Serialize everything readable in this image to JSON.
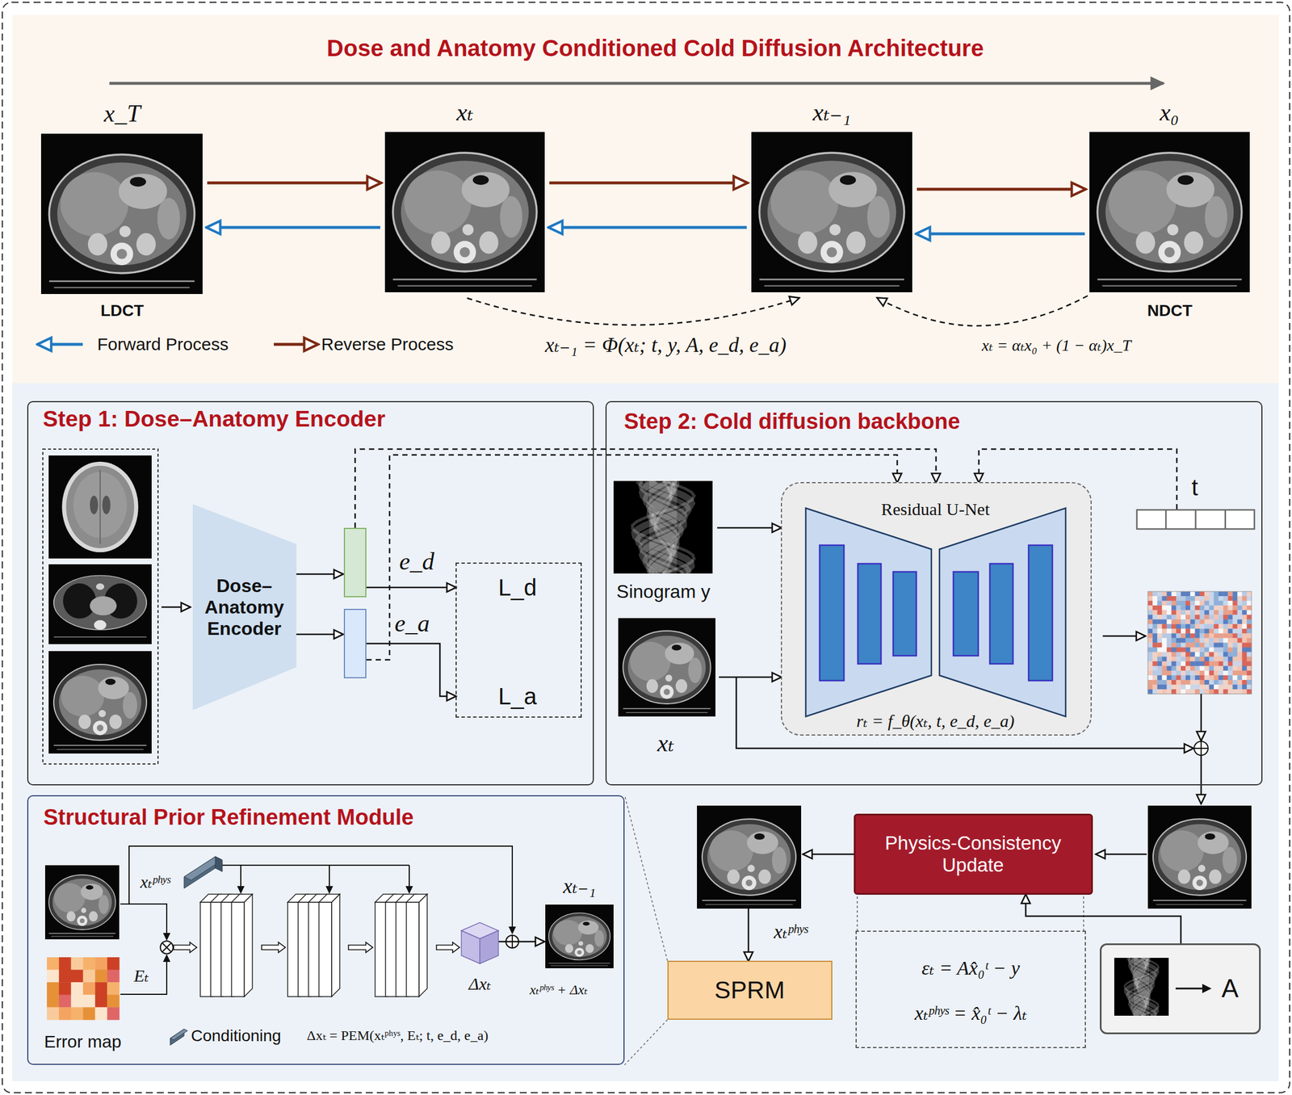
{
  "diagram": {
    "title": "Dose and Anatomy Conditioned Cold Diffusion Architecture",
    "nodes": [
      {
        "text": [
          "x_T",
          "LDCT"
        ]
      },
      {
        "text": [
          "xₜ"
        ]
      },
      {
        "text": [
          "xₜ₋₁"
        ]
      },
      {
        "text": [
          "x₀",
          "NDCT"
        ]
      },
      {
        "text": [
          "Step 1: Dose–Anatomy Encoder"
        ]
      },
      {
        "text": [
          "Dose–Anatomy Encoder"
        ],
        "in": 4
      },
      {
        "text": [
          "e_d"
        ],
        "in": 4
      },
      {
        "text": [
          "e_a"
        ],
        "in": 4
      },
      {
        "text": [
          "L_d",
          "L_a"
        ],
        "in": 4
      },
      {
        "text": [
          "Step 2: Cold diffusion backbone"
        ]
      },
      {
        "text": [
          "Sinogram y"
        ],
        "in": 9
      },
      {
        "text": [
          "xₜ"
        ],
        "in": 9
      },
      {
        "text": [
          "Residual U-Net",
          "rₜ = f_θ(xₜ, t, e_d, e_a)"
        ],
        "in": 9
      },
      {
        "text": [
          "t"
        ],
        "in": 9
      },
      {
        "text": [
          "Structural Prior Refinement Module"
        ]
      },
      {
        "text": [
          "xₜᵖʰʸˢ"
        ],
        "in": 14
      },
      {
        "text": [
          "Error map"
        ],
        "in": 14
      },
      {
        "text": [
          "Δxₜ"
        ],
        "in": 14
      },
      {
        "text": [
          "xₜ₋₁"
        ],
        "in": 14
      },
      {
        "text": [
          "xₜᵖʰʸˢ"
        ]
      },
      {
        "text": [
          "Physics-Consistency Update"
        ]
      },
      {
        "text": [
          "εₜ = Ax̂₀ᵗ − y",
          "xₜᵖʰʸˢ = x̂₀ᵗ − λₜ"
        ]
      },
      {
        "text": [
          "A"
        ]
      },
      {
        "text": [
          "SPRM"
        ]
      }
    ],
    "edges": [
      {
        "from": 0,
        "to": 1,
        "arrow": "to"
      },
      {
        "from": 1,
        "to": 0,
        "arrow": "to"
      },
      {
        "from": 1,
        "to": 2,
        "arrow": "to"
      },
      {
        "from": 2,
        "to": 1,
        "arrow": "to"
      },
      {
        "from": 2,
        "to": 3,
        "arrow": "to"
      },
      {
        "from": 3,
        "to": 2,
        "arrow": "to"
      },
      {
        "from": 1,
        "to": 2,
        "arrow": "to"
      },
      {
        "from": 3,
        "to": 2,
        "arrow": "to"
      },
      {
        "from": 5,
        "to": 6,
        "arrow": "to"
      },
      {
        "from": 5,
        "to": 7,
        "arrow": "to"
      },
      {
        "from": 6,
        "to": 8,
        "arrow": "to"
      },
      {
        "from": 7,
        "to": 8,
        "arrow": "to"
      },
      {
        "from": 6,
        "to": 12,
        "arrow": "to"
      },
      {
        "from": 7,
        "to": 12,
        "arrow": "to"
      },
      {
        "from": 13,
        "to": 12,
        "arrow": "to"
      },
      {
        "from": 10,
        "to": 12,
        "arrow": "to"
      },
      {
        "from": 11,
        "to": 12,
        "arrow": "to"
      },
      {
        "from": 17,
        "to": 18,
        "arrow": "to"
      },
      {
        "from": 20,
        "to": 19,
        "arrow": "to"
      },
      {
        "from": 19,
        "to": 23,
        "arrow": "to"
      },
      {
        "from": 22,
        "to": 20,
        "arrow": "to"
      },
      {
        "from": 23,
        "to": 14,
        "arrow": "none"
      },
      {
        "from": 23,
        "to": 14,
        "arrow": "none"
      }
    ],
    "labels": [
      "xₜ₋₁ = Φ(xₜ; t, y, A, e_d, e_a)",
      "xₜ = αₜx₀ + (1 − αₜ)x_T",
      "Eₜ",
      "xₜᵖʰʸˢ + Δxₜ",
      "Δxₜ = PEM(xₜᵖʰʸˢ, Eₜ; t, e_d, e_a)"
    ],
    "legend": [
      {
        "text": "Forward Process"
      },
      {
        "text": "Reverse Process"
      },
      {
        "text": "Conditioning"
      }
    ]
  }
}
